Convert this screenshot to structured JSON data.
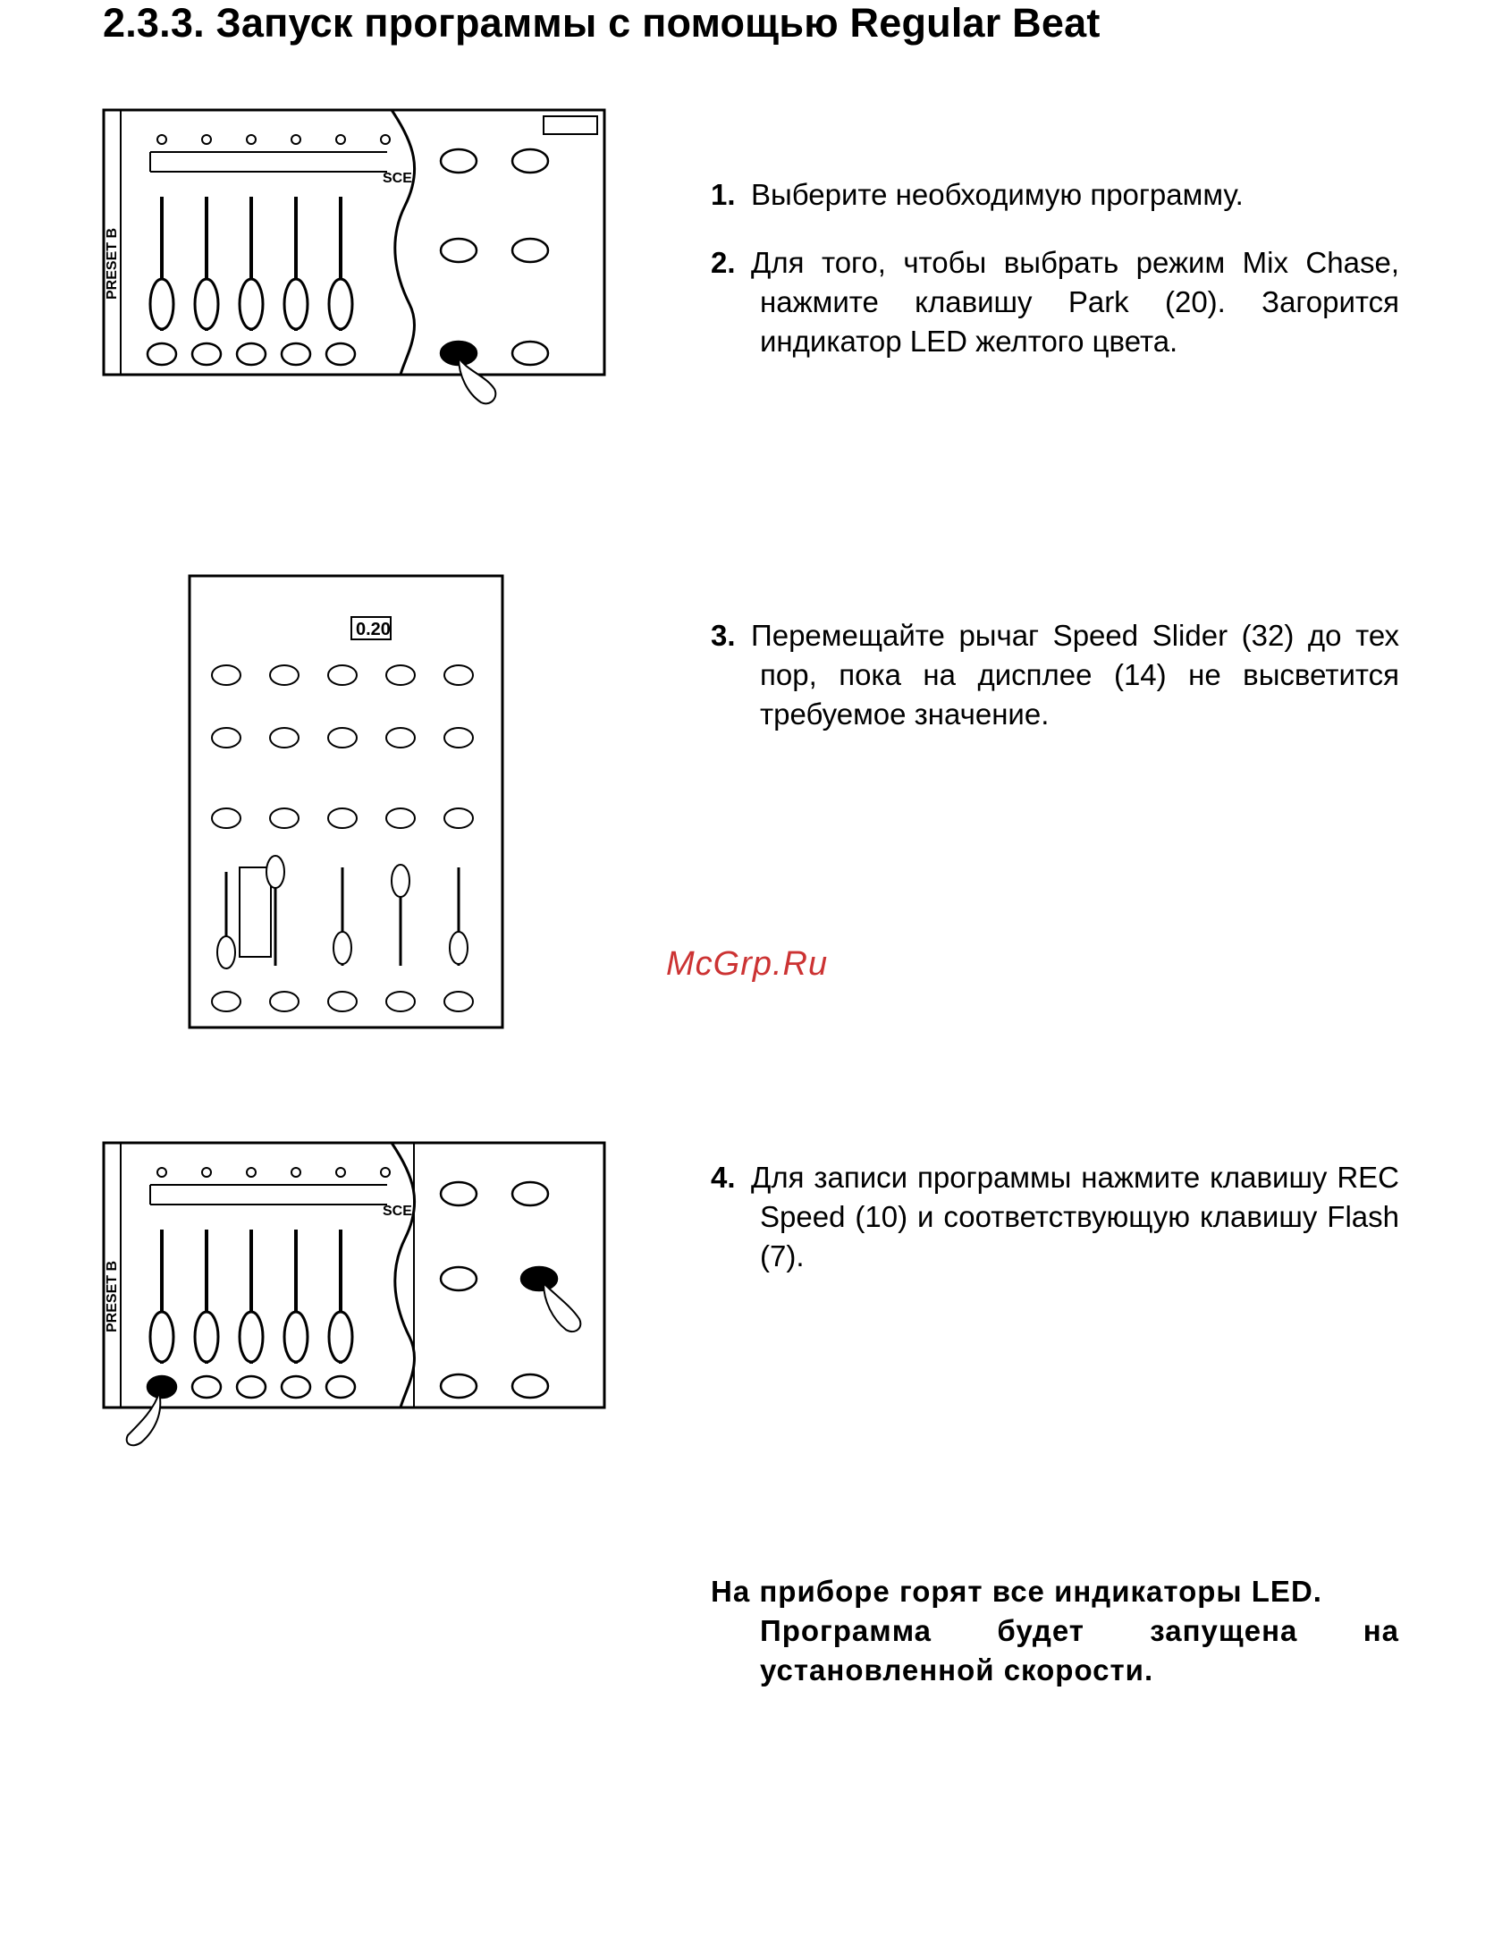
{
  "heading": "2.3.3. Запуск программы с помощью Regular Beat",
  "steps": [
    {
      "num": "1.",
      "text": "Выберите необходимую программу."
    },
    {
      "num": "2.",
      "text": "Для того, чтобы выбрать режим Mix Chase, нажмите клавишу Park (20). Загорится индикатор LED желтого цвета."
    },
    {
      "num": "3.",
      "text": "Перемещайте рычаг Speed Slider (32) до тех пор, пока на дисплее (14) не высветится требуемое значение."
    },
    {
      "num": "4.",
      "text": "Для записи программы нажмите клавишу REC Speed (10) и соответствующую клавишу Flash (7)."
    }
  ],
  "final_note": {
    "line1": "На приборе горят все индикаторы LED.",
    "line2": "Программа будет запущена на установленной скорости."
  },
  "figures": {
    "fig1_label": "PRESET B",
    "fig1_scene": "SCE",
    "fig2_display": "0.20",
    "fig3_label": "PRESET B",
    "fig3_scene": "SCE"
  },
  "watermark": "McGrp.Ru"
}
